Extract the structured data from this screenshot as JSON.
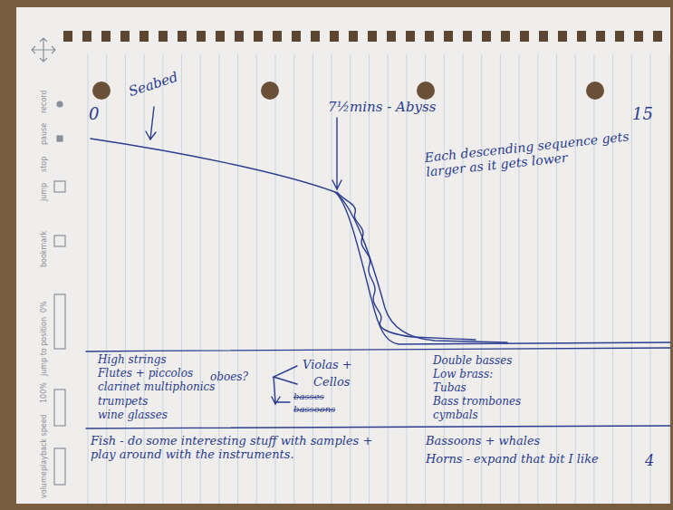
{
  "diagram": {
    "labels": [
      "0",
      "Seabed",
      "7½mins - Abyss",
      "15",
      "Each descending sequence gets larger as it gets lower",
      "High strings",
      "Flutes + piccolos",
      "clarinet multiphonics",
      "trumpets",
      "wine glasses",
      "oboes?",
      "Violas +",
      "Cellos",
      "basses",
      "bassoons",
      "Double basses",
      "Low brass:",
      "Tubas",
      "Bass trombones",
      "cymbals",
      "Fish - do some interesting stuff with samples + play around with the instruments.",
      "Bassoons + whales",
      "Horns - expand that bit I like",
      "4",
      "record",
      "pause",
      "stop",
      "jump",
      "bookmark",
      "0%",
      "jump to position",
      "100%",
      "playback speed",
      "volume"
    ]
  }
}
